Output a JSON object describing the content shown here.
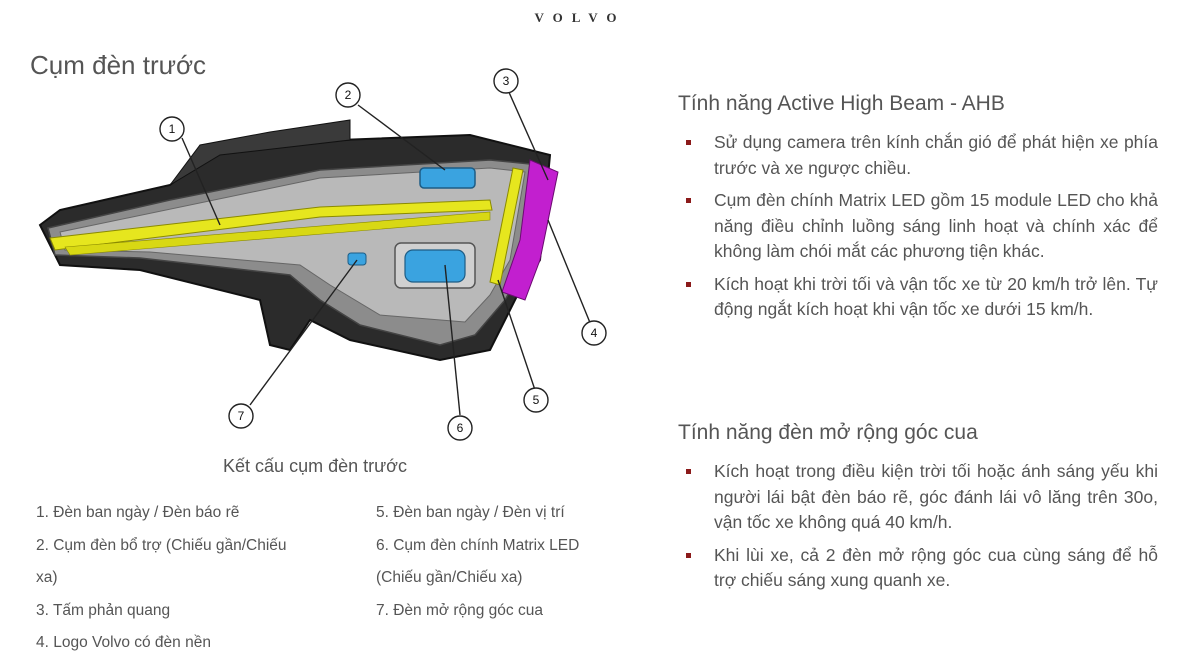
{
  "brand": "VOLVO",
  "title": "Cụm đèn trước",
  "figure": {
    "callouts": [
      "1",
      "2",
      "3",
      "4",
      "5",
      "6",
      "7"
    ],
    "caption": "Kết cấu cụm đèn trước"
  },
  "legend": {
    "left": [
      "1. Đèn ban ngày / Đèn báo rẽ",
      "2. Cụm đèn bổ trợ (Chiếu gần/Chiếu",
      "xa)",
      "3. Tấm phản quang",
      "4. Logo Volvo có đèn nền"
    ],
    "right": [
      "5. Đèn ban ngày / Đèn vị trí",
      "6. Cụm đèn chính Matrix LED",
      "(Chiếu gần/Chiếu xa)",
      "7.  Đèn mở rộng góc cua"
    ]
  },
  "ahb": {
    "heading": "Tính năng Active High Beam - AHB",
    "bullets": [
      "Sử dụng camera trên kính chắn gió để phát hiện xe phía trước và xe ngược chiều.",
      "Cụm đèn chính Matrix LED gồm 15 module LED cho khả năng điều chỉnh luồng sáng linh hoạt và chính xác để không làm chói mắt các phương tiện khác.",
      "Kích hoạt khi trời tối và vận tốc xe từ 20 km/h trở lên. Tự động ngắt kích hoạt khi vận tốc xe dưới 15 km/h."
    ]
  },
  "cornering": {
    "heading": "Tính năng đèn mở rộng góc cua",
    "bullets": [
      "Kích hoạt trong điều kiện trời tối hoặc ánh sáng yếu khi người lái bật đèn báo rẽ, góc đánh lái vô lăng trên 30o, vận tốc xe không quá 40 km/h.",
      "Khi lùi xe, cả 2 đèn mở rộng góc cua cùng sáng để hỗ trợ chiếu sáng xung quanh xe."
    ]
  },
  "colors": {
    "drl": "#e6e61e",
    "logo": "#c21fcf",
    "lens": "#3aa3e0",
    "bullet": "#8b1a1a"
  }
}
